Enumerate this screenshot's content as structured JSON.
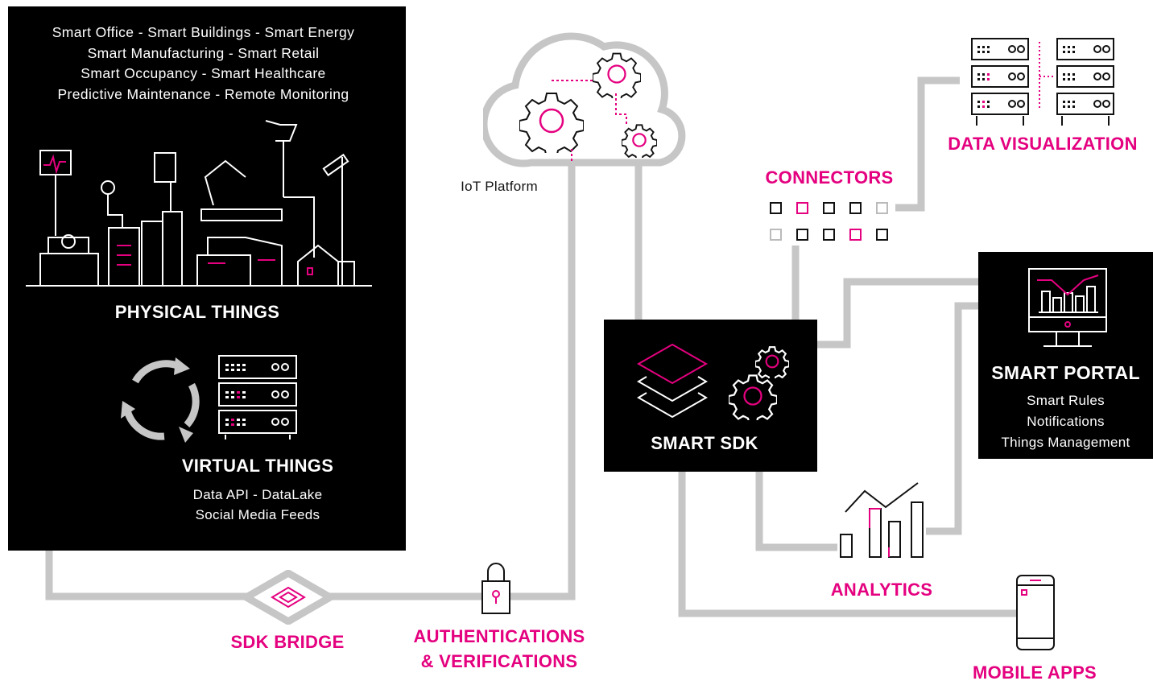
{
  "use_cases": [
    "Smart Office - Smart Buildings - Smart Energy",
    "Smart Manufacturing - Smart Retail",
    "Smart Occupancy - Smart Healthcare",
    "Predictive Maintenance - Remote Monitoring"
  ],
  "physical_things": {
    "title": "PHYSICAL THINGS"
  },
  "virtual_things": {
    "title": "VIRTUAL THINGS",
    "lines": [
      "Data API - DataLake",
      "Social Media Feeds"
    ]
  },
  "iot_platform": {
    "label": "IoT Platform"
  },
  "connectors": {
    "title": "CONNECTORS"
  },
  "data_visualization": {
    "title": "DATA VISUALIZATION"
  },
  "smart_sdk": {
    "title": "SMART SDK"
  },
  "smart_portal": {
    "title": "SMART PORTAL",
    "lines": [
      "Smart Rules",
      "Notifications",
      "Things Management"
    ]
  },
  "analytics": {
    "title": "ANALYTICS"
  },
  "sdk_bridge": {
    "title": "SDK BRIDGE"
  },
  "authentications": {
    "lines": [
      "AUTHENTICATIONS",
      "& VERIFICATIONS"
    ]
  },
  "mobile_apps": {
    "title": "MOBILE APPS"
  },
  "colors": {
    "accent": "#e4007f",
    "panel": "#000000",
    "wire": "#c6c6c6"
  },
  "icons": [
    "cloud-icon",
    "gear-icon",
    "server-rack-icon",
    "city-skyline-icon",
    "sync-arrows-icon",
    "layers-icon",
    "monitor-chart-icon",
    "bar-chart-icon",
    "padlock-icon",
    "diamond-bridge-icon",
    "smartphone-icon",
    "connector-squares-icon"
  ]
}
